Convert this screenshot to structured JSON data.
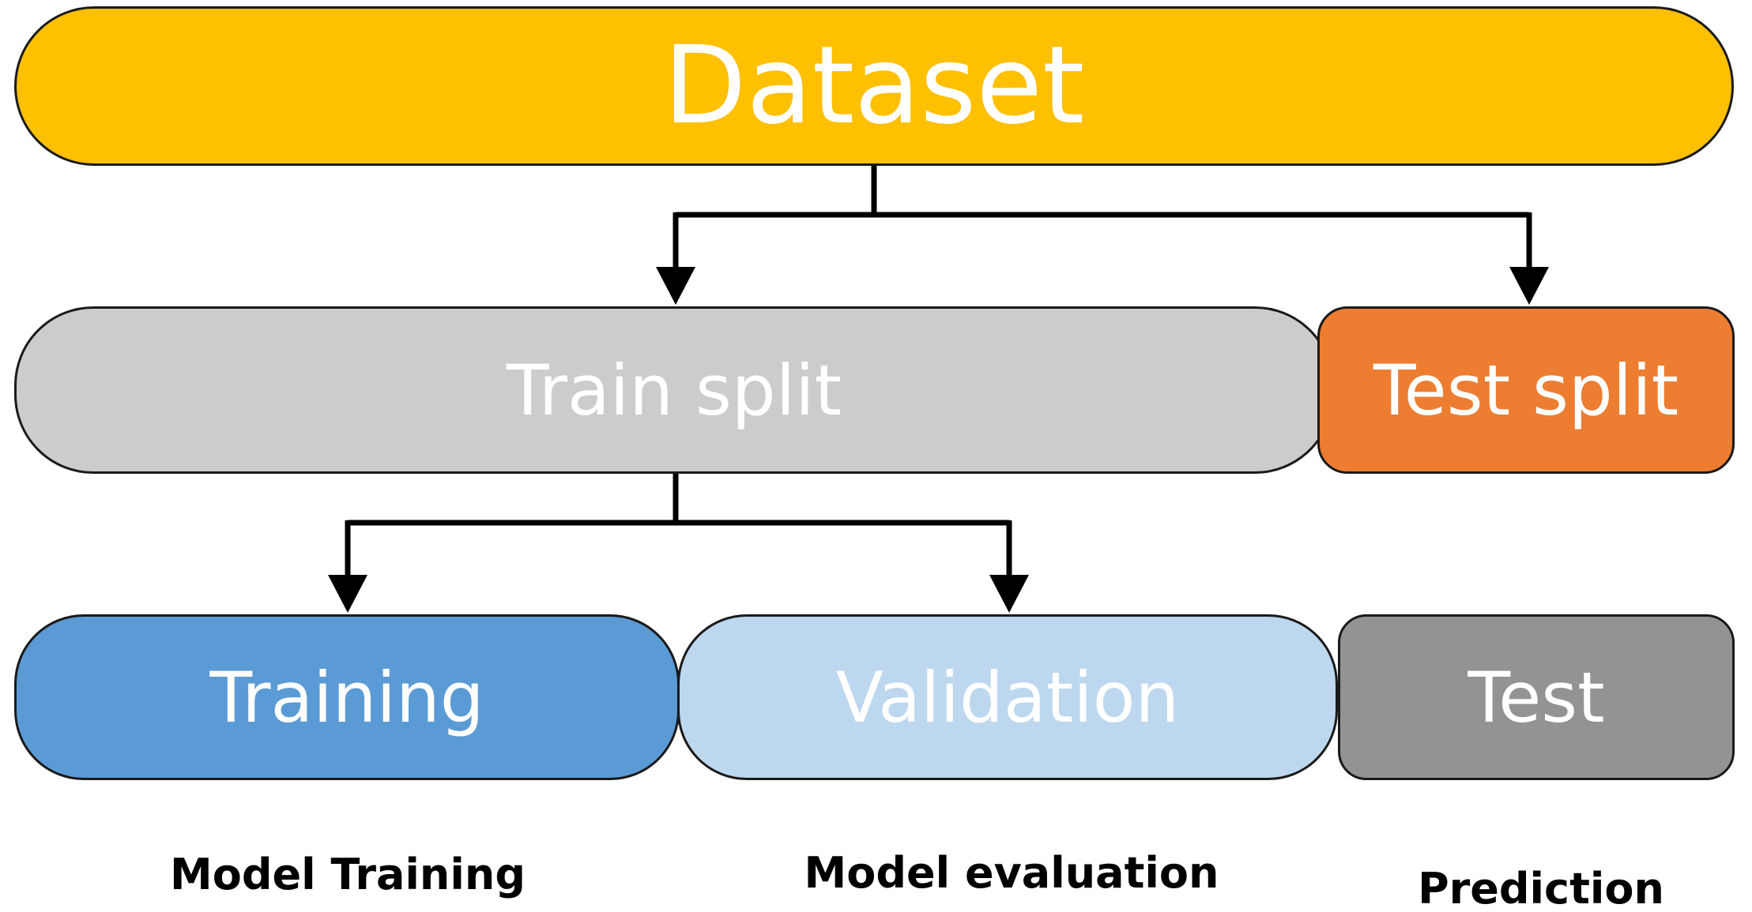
{
  "boxes": {
    "dataset": {
      "label": "Dataset",
      "color": "#FFC000"
    },
    "train_split": {
      "label": "Train split",
      "color": "#CCCCCC"
    },
    "test_split": {
      "label": "Test split",
      "color": "#ED7D31"
    },
    "training": {
      "label": "Training",
      "color": "#5B9BD5"
    },
    "validation": {
      "label": "Validation",
      "color": "#BDD7EE"
    },
    "test": {
      "label": "Test",
      "color": "#939393"
    }
  },
  "captions": {
    "model_training": "Model Training",
    "model_evaluation": "Model evaluation",
    "prediction": "Prediction"
  },
  "connectors": {
    "color": "#000000",
    "edges": [
      {
        "from": "Dataset",
        "to": "Train split"
      },
      {
        "from": "Dataset",
        "to": "Test split"
      },
      {
        "from": "Train split",
        "to": "Training"
      },
      {
        "from": "Train split",
        "to": "Validation"
      }
    ]
  }
}
